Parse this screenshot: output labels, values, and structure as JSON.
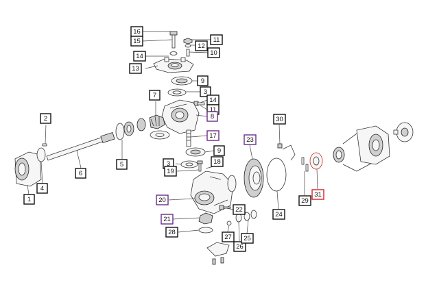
{
  "colors": {
    "default_border": "#111111",
    "purple_border": "#6a2c8a",
    "highlight_border": "#d42020",
    "part_stroke": "#333333"
  },
  "callouts": [
    {
      "id": "16",
      "label": "16",
      "style": "default"
    },
    {
      "id": "15",
      "label": "15",
      "style": "default"
    },
    {
      "id": "14a",
      "label": "14",
      "style": "default"
    },
    {
      "id": "13",
      "label": "13",
      "style": "default"
    },
    {
      "id": "11a",
      "label": "11",
      "style": "default"
    },
    {
      "id": "12",
      "label": "12",
      "style": "default"
    },
    {
      "id": "10",
      "label": "10",
      "style": "default"
    },
    {
      "id": "9a",
      "label": "9",
      "style": "default"
    },
    {
      "id": "3a",
      "label": "3",
      "style": "default"
    },
    {
      "id": "7",
      "label": "7",
      "style": "default"
    },
    {
      "id": "14b",
      "label": "14",
      "style": "default"
    },
    {
      "id": "11b",
      "label": "11",
      "style": "default"
    },
    {
      "id": "8",
      "label": "8",
      "style": "purple"
    },
    {
      "id": "17",
      "label": "17",
      "style": "purple"
    },
    {
      "id": "9b",
      "label": "9",
      "style": "default"
    },
    {
      "id": "3b",
      "label": "3",
      "style": "default"
    },
    {
      "id": "19",
      "label": "19",
      "style": "default"
    },
    {
      "id": "18",
      "label": "18",
      "style": "default"
    },
    {
      "id": "2",
      "label": "2",
      "style": "default"
    },
    {
      "id": "5",
      "label": "5",
      "style": "default"
    },
    {
      "id": "6",
      "label": "6",
      "style": "default"
    },
    {
      "id": "4",
      "label": "4",
      "style": "default"
    },
    {
      "id": "1",
      "label": "1",
      "style": "default"
    },
    {
      "id": "23",
      "label": "23",
      "style": "purple"
    },
    {
      "id": "20",
      "label": "20",
      "style": "purple"
    },
    {
      "id": "22",
      "label": "22",
      "style": "default"
    },
    {
      "id": "21",
      "label": "21",
      "style": "purple"
    },
    {
      "id": "28",
      "label": "28",
      "style": "default"
    },
    {
      "id": "27",
      "label": "27",
      "style": "default"
    },
    {
      "id": "26",
      "label": "26",
      "style": "default"
    },
    {
      "id": "25",
      "label": "25",
      "style": "default"
    },
    {
      "id": "24",
      "label": "24",
      "style": "default"
    },
    {
      "id": "30",
      "label": "30",
      "style": "default"
    },
    {
      "id": "29",
      "label": "29",
      "style": "default"
    },
    {
      "id": "31",
      "label": "31",
      "style": "highlight"
    }
  ]
}
